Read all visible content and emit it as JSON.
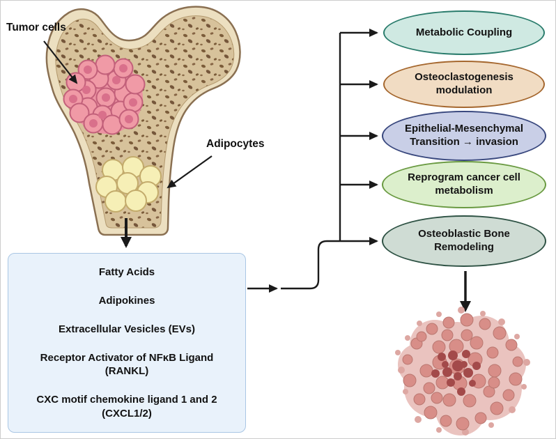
{
  "figure": {
    "bone_labels": {
      "tumor_cells": "Tumor cells",
      "adipocytes": "Adipocytes"
    },
    "factors_box": {
      "items": [
        {
          "line1": "Fatty Acids",
          "line2": ""
        },
        {
          "line1": "Adipokines",
          "line2": ""
        },
        {
          "line1": "Extracellular Vesicles (EVs)",
          "line2": ""
        },
        {
          "line1": "Receptor Activator of NFκB Ligand",
          "line2": "(RANKL)"
        },
        {
          "line1": "CXC motif chemokine ligand 1 and 2",
          "line2": "(CXCL1/2)"
        }
      ],
      "fill": "#e9f2fb",
      "border": "#a9c6e4"
    },
    "effects": [
      {
        "line1": "Metabolic Coupling",
        "line2": "",
        "fill": "#cfe9e2",
        "border": "#2a7c6c"
      },
      {
        "line1": "Osteoclastogenesis",
        "line2": "modulation",
        "fill": "#f1dcc3",
        "border": "#a5672e"
      },
      {
        "line1": "Epithelial-Mesenchymal",
        "line2": "Transition → invasion",
        "fill": "#c9cfe7",
        "border": "#39487e"
      },
      {
        "line1": "Reprogram cancer cell",
        "line2": "metabolism",
        "fill": "#dcefcc",
        "border": "#6a9a42"
      },
      {
        "line1": "Osteoblastic Bone",
        "line2": "Remodeling",
        "fill": "#cfdcd4",
        "border": "#2e5244"
      }
    ],
    "illustration_colors": {
      "bone_cortical": "#ecdfc0",
      "bone_outline": "#8a7052",
      "bone_marrow": "#d7c29b",
      "marrow_speckle": "#7b5c3a",
      "tumor_cell_fill": "#f09aa6",
      "tumor_cell_border": "#c2607a",
      "adipocyte_fill": "#f6efb6",
      "adipocyte_border": "#c3ab6c",
      "metastasis_light": "#eac3bf",
      "metastasis_mid": "#d88e88",
      "metastasis_dark": "#a34a4a",
      "arrow_color": "#1a1a1a"
    }
  }
}
